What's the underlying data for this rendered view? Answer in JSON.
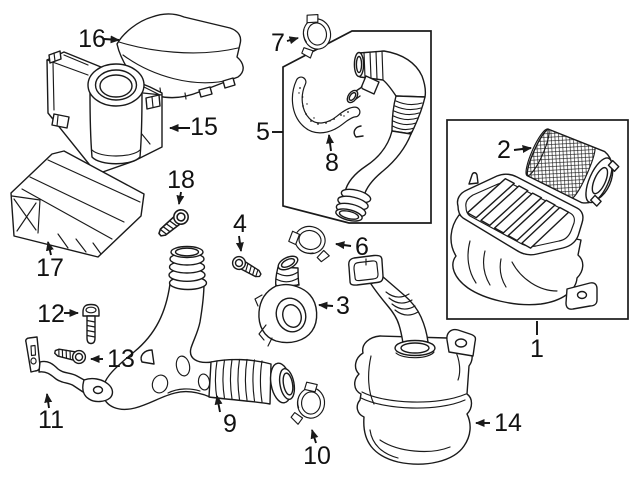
{
  "diagram": {
    "type": "exploded-parts-diagram",
    "background": "#ffffff",
    "line_color": "#1a1a1a",
    "label_color": "#111111"
  },
  "callouts": {
    "1": "1",
    "2": "2",
    "3": "3",
    "4": "4",
    "5": "5",
    "6": "6",
    "7": "7",
    "8": "8",
    "9": "9",
    "10": "10",
    "11": "11",
    "12": "12",
    "13": "13",
    "14": "14",
    "15": "15",
    "16": "16",
    "17": "17",
    "18": "18"
  }
}
